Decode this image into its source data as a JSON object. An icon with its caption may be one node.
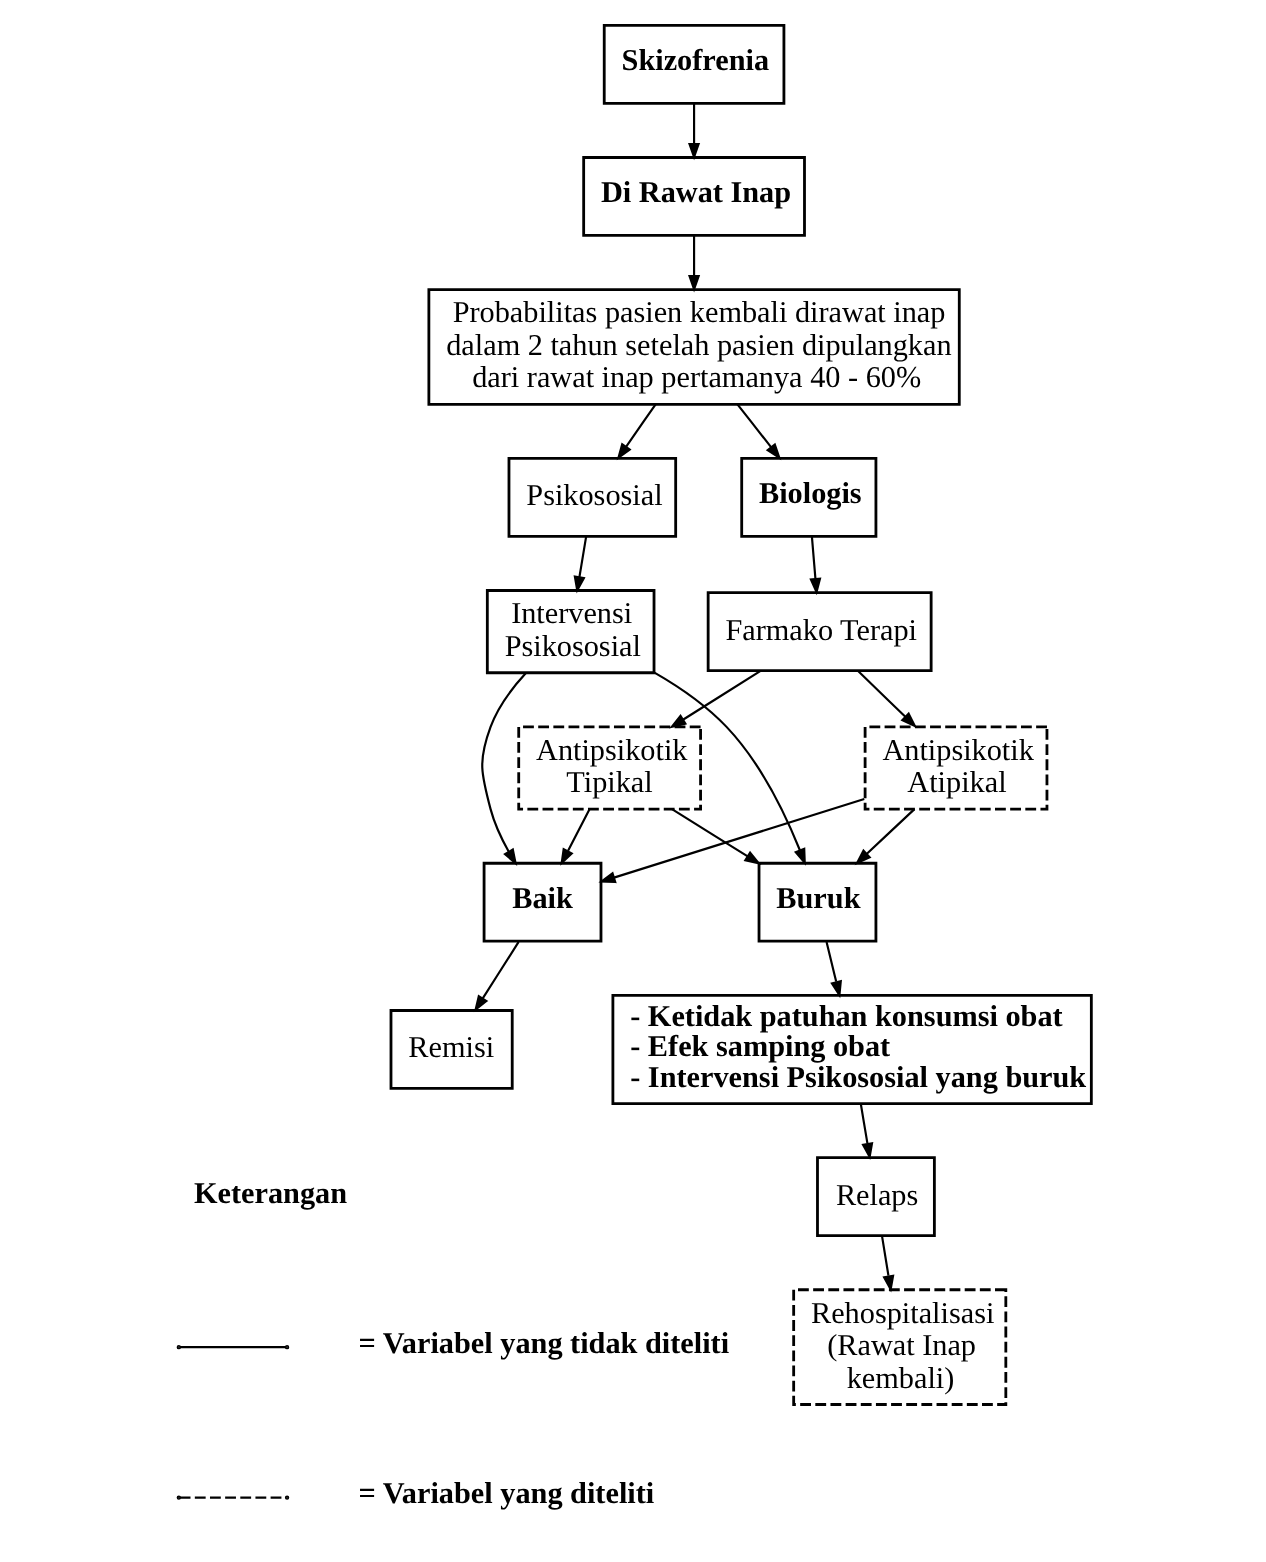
{
  "diagram": {
    "nodes": [
      {
        "text": [
          "Skizofrenia"
        ]
      },
      {
        "text": [
          "Di Rawat Inap"
        ]
      },
      {
        "text": [
          "Probabilitas pasien kembali dirawat inap dalam 2 tahun setelah pasien dipulangkan dari rawat inap pertamanya 40 - 60%"
        ]
      },
      {
        "text": [
          "Biologis"
        ]
      },
      {
        "text": [
          "Psikososial"
        ]
      },
      {
        "text": [
          "Farmako Terapi"
        ]
      },
      {
        "text": [
          "Intervensi Psikososial"
        ]
      },
      {
        "text": [
          "Antipsikotik Tipikal"
        ]
      },
      {
        "text": [
          "Antipsikotik Atipikal"
        ]
      },
      {
        "text": [
          "Baik"
        ]
      },
      {
        "text": [
          "Buruk"
        ]
      },
      {
        "text": [
          "Remisi"
        ]
      },
      {
        "text": [
          "- Ketidak patuhan konsumsi obat",
          "- Efek samping obat",
          "- Intervensi Psikososial yang buruk"
        ]
      },
      {
        "text": [
          "Relaps"
        ]
      },
      {
        "text": [
          "Rehospitalisasi (Rawat Inap kembali)"
        ]
      }
    ],
    "edges": [
      {
        "from": 0,
        "to": 1,
        "arrow": "to"
      },
      {
        "from": 1,
        "to": 2,
        "arrow": "to"
      },
      {
        "from": 2,
        "to": 3,
        "arrow": "to"
      },
      {
        "from": 2,
        "to": 4,
        "arrow": "to"
      },
      {
        "from": 3,
        "to": 5,
        "arrow": "to"
      },
      {
        "from": 4,
        "to": 6,
        "arrow": "to"
      },
      {
        "from": 5,
        "to": 7,
        "arrow": "to"
      },
      {
        "from": 5,
        "to": 8,
        "arrow": "to"
      },
      {
        "from": 7,
        "to": 9,
        "arrow": "to"
      },
      {
        "from": 7,
        "to": 10,
        "arrow": "to"
      },
      {
        "from": 8,
        "to": 9,
        "arrow": "to"
      },
      {
        "from": 8,
        "to": 10,
        "arrow": "to"
      },
      {
        "from": 6,
        "to": 9,
        "arrow": "to"
      },
      {
        "from": 6,
        "to": 10,
        "arrow": "to"
      },
      {
        "from": 9,
        "to": 11,
        "arrow": "to"
      },
      {
        "from": 10,
        "to": 12,
        "arrow": "to"
      },
      {
        "from": 12,
        "to": 13,
        "arrow": "to"
      },
      {
        "from": 13,
        "to": 14,
        "arrow": "to"
      }
    ],
    "labels": [
      "Keterangan"
    ],
    "legend": [
      {
        "text": "= Variabel yang tidak diteliti"
      },
      {
        "text": "= Variabel yang diteliti"
      }
    ]
  }
}
